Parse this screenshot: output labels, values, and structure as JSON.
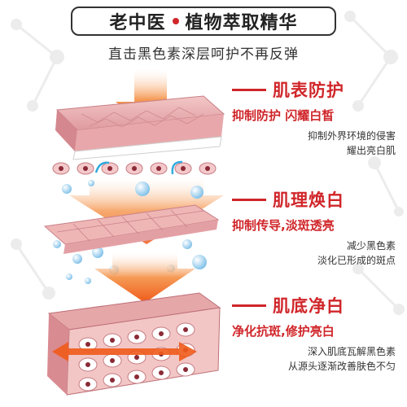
{
  "header": {
    "title_left": "老中医",
    "title_right": "植物萃取精华",
    "subtitle": "直击黑色素深层呵护不再反弹"
  },
  "sections": [
    {
      "title": "肌表防护",
      "subtitle": "抑制防护 闪耀白皙",
      "desc_line1": "抑制外界环境的侵害",
      "desc_line2": "耀出亮白肌"
    },
    {
      "title": "肌理焕白",
      "subtitle": "抑制传导,淡斑透亮",
      "desc_line1": "减少黑色素",
      "desc_line2": "淡化已形成的斑点"
    },
    {
      "title": "肌底净白",
      "subtitle": "净化抗斑,修护亮白",
      "desc_line1": "深入肌底瓦解黑色素",
      "desc_line2": "从源头逐渐改善肤色不匀"
    }
  ],
  "colors": {
    "accent_red": "#d0262a",
    "arrow_orange": "#f05a1a",
    "skin_pink": "#e9a3a6",
    "skin_light": "#f3c7c6",
    "droplet_blue": "#8cc8ee"
  },
  "icons": [
    "molecule-background",
    "orange-arrow",
    "blue-droplet",
    "skin-layer"
  ]
}
